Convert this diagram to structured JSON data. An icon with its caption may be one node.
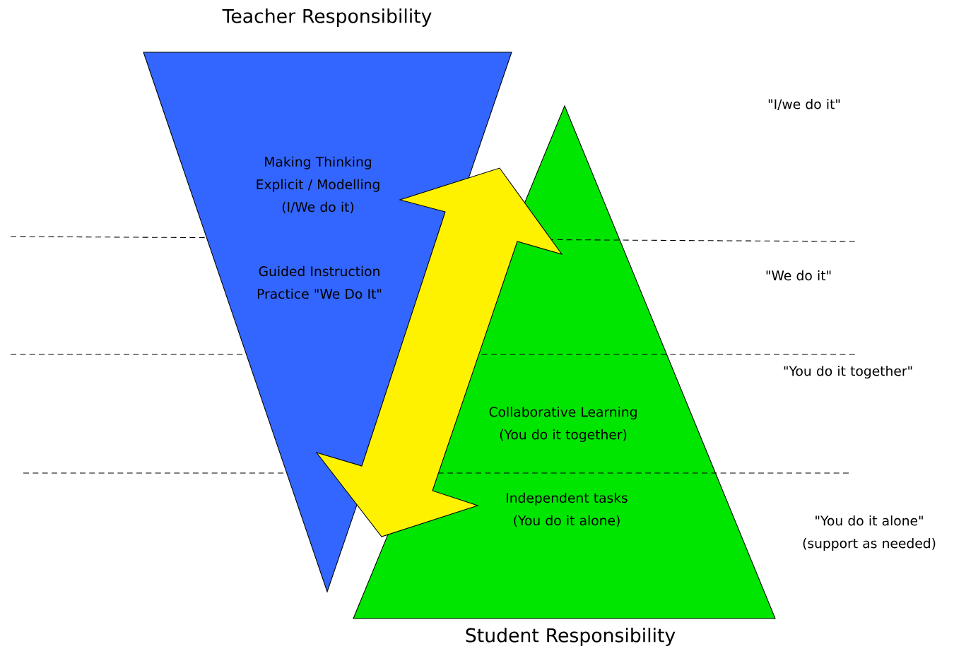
{
  "diagram": {
    "nodes": [
      {
        "text": [
          "Teacher Responsibility",
          "Making Thinking Explicit / Modelling (I/We do it)",
          "Guided Instruction Practice \"We Do It\""
        ]
      },
      {
        "text": [
          "Collaborative Learning (You do it together)",
          "Independent tasks (You do it alone)",
          "Student Responsibility"
        ]
      }
    ],
    "edges": [
      {
        "from": 0,
        "to": 1,
        "arrow": "both"
      }
    ],
    "labels": [
      "\"I/we do it\"",
      "\"We do it\"",
      "\"You do it together\"",
      "\"You do it alone\" (support as needed)"
    ]
  }
}
